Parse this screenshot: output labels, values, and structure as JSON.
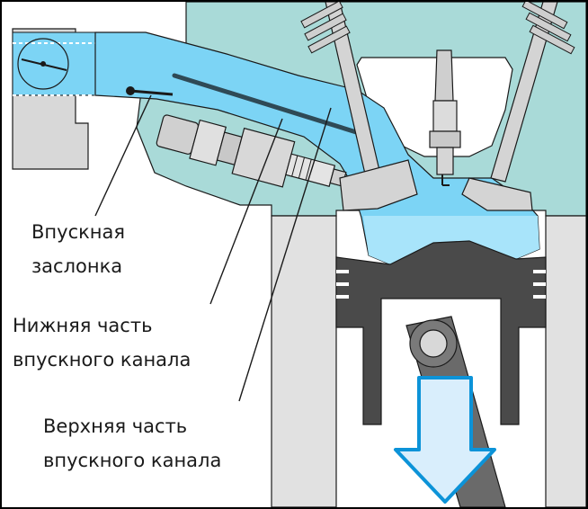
{
  "labels": {
    "throttle_line1": "Впускная",
    "throttle_line2": "заслонка",
    "lower_line1": "Нижняя часть",
    "lower_line2": "впускного канала",
    "upper_line1": "Верхняя часть",
    "upper_line2": "впускного канала"
  },
  "colors": {
    "head": "#a9dad8",
    "block": "#e1e1e1",
    "charge": "#7cd4f5",
    "charge_light": "#b8e9fb",
    "piston": "#4a4a4a",
    "valve": "#d4d4d4",
    "arrow": "#0c93d8",
    "arrow_fill": "#d9eefc",
    "outline": "#1a1a1a"
  }
}
